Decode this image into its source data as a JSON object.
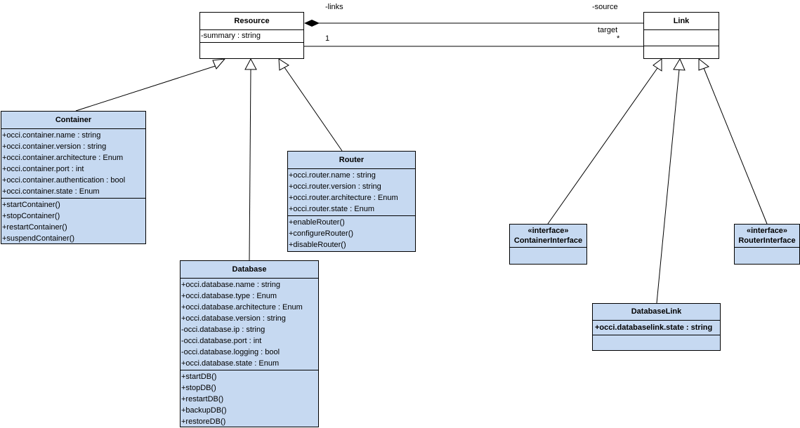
{
  "resource": {
    "name": "Resource",
    "attributes": [
      "-summary : string"
    ]
  },
  "link": {
    "name": "Link"
  },
  "assoc_labels": {
    "links": "-links",
    "source": "-source",
    "target": "target",
    "one": "1",
    "many": "*"
  },
  "container": {
    "name": "Container",
    "attributes": [
      "+occi.container.name : string",
      "+occi.container.version : string",
      "+occi.container.architecture : Enum",
      "+occi.container.port : int",
      "+occi.container.authentication : bool",
      "+occi.container.state : Enum"
    ],
    "operations": [
      "+startContainer()",
      "+stopContainer()",
      "+restartContainer()",
      "+suspendContainer()"
    ]
  },
  "router": {
    "name": "Router",
    "attributes": [
      "+occi.router.name : string",
      "+occi.router.version : string",
      "+occi.router.architecture : Enum",
      "+occi.router.state : Enum"
    ],
    "operations": [
      "+enableRouter()",
      "+configureRouter()",
      "+disableRouter()"
    ]
  },
  "database": {
    "name": "Database",
    "attributes": [
      "+occi.database.name : string",
      "+occi.database.type : Enum",
      "+occi.database.architecture : Enum",
      "+occi.database.version : string",
      "-occi.database.ip : string",
      "-occi.database.port : int",
      "-occi.database.logging : bool",
      "+occi.database.state : Enum"
    ],
    "operations": [
      "+startDB()",
      "+stopDB()",
      "+restartDB()",
      "+backupDB()",
      "+restoreDB()"
    ]
  },
  "container_interface": {
    "stereotype": "«interface»",
    "name": "ContainerInterface"
  },
  "router_interface": {
    "stereotype": "«interface»",
    "name": "RouterInterface"
  },
  "database_link": {
    "name": "DatabaseLink",
    "attributes": [
      "+occi.databaselink.state : string"
    ]
  },
  "colors": {
    "class_fill": "#c6d9f1",
    "base_fill": "#ffffff",
    "line": "#000000"
  }
}
